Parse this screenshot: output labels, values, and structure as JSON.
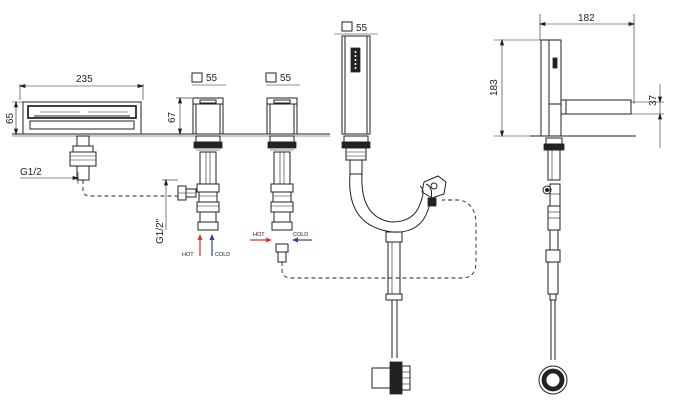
{
  "labels": {
    "width_235": "235",
    "height_65": "65",
    "thread_g12": "G1/2",
    "height_67": "67",
    "sq_55_a": "55",
    "sq_55_b": "55",
    "sq_55_c": "55",
    "thread_g12_quote": "G1/2\"",
    "hot_a": "HOT",
    "cold_a": "COLD",
    "hot_b": "HOT",
    "cold_b": "COLD",
    "width_182": "182",
    "height_183": "183",
    "height_37": "37"
  },
  "colors": {
    "hot": "#e0312b",
    "cold": "#2a3fa8",
    "line": "#222222"
  }
}
